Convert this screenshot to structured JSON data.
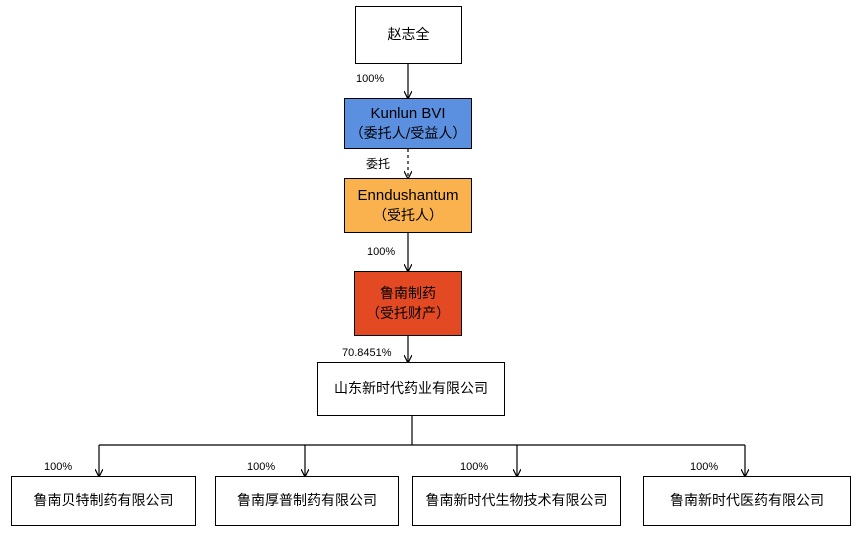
{
  "nodes": {
    "zhao": {
      "line1": "赵志全"
    },
    "kunlun": {
      "line1": "Kunlun BVI",
      "line2": "（委托人/受益人）",
      "fill": "#5b8fe0"
    },
    "enndu": {
      "line1": "Enndushantum",
      "line2": "（受托人）",
      "fill": "#f9b24d"
    },
    "lunan": {
      "line1": "鲁南制药",
      "line2": "（受托财产）",
      "fill": "#e34a24"
    },
    "shandong": {
      "line1": "山东新时代药业有限公司"
    },
    "sub1": {
      "line1": "鲁南贝特制药有限公司"
    },
    "sub2": {
      "line1": "鲁南厚普制药有限公司"
    },
    "sub3": {
      "line1": "鲁南新时代生物技术有限公司"
    },
    "sub4": {
      "line1": "鲁南新时代医药有限公司"
    }
  },
  "edges": {
    "zhao_kunlun": "100%",
    "kunlun_enndu": "委托",
    "enndu_lunan": "100%",
    "lunan_shandong": "70.8451%",
    "shandong_sub1": "100%",
    "shandong_sub2": "100%",
    "shandong_sub3": "100%",
    "shandong_sub4": "100%"
  }
}
